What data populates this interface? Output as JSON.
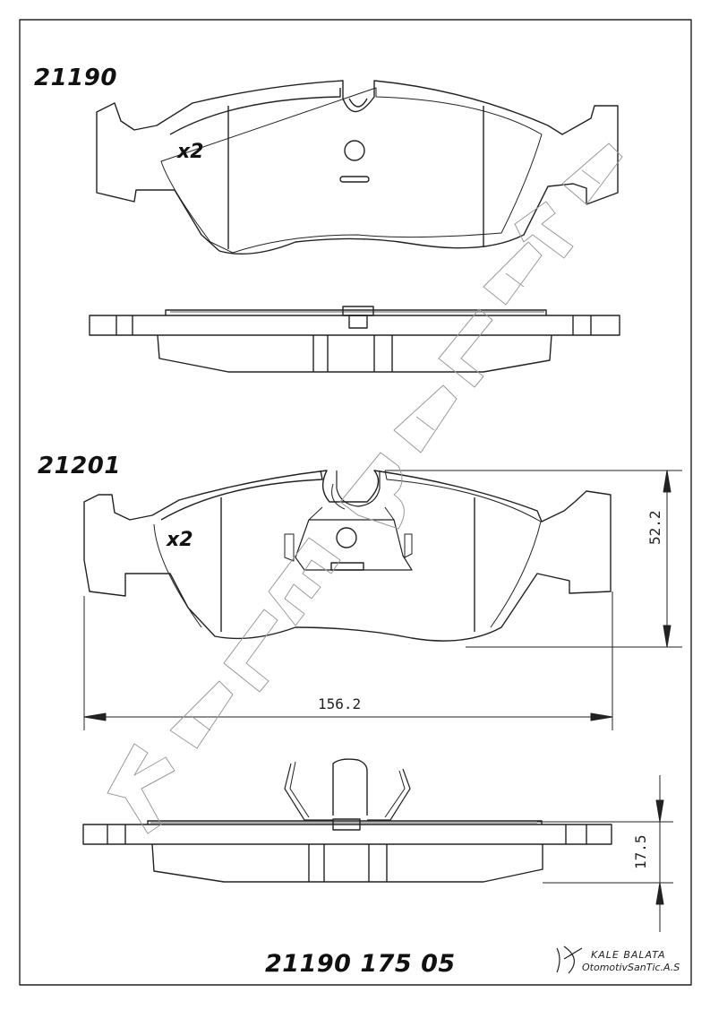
{
  "upper_part": {
    "part_number": "21190",
    "quantity": "x2"
  },
  "lower_part": {
    "part_number": "21201",
    "quantity": "x2"
  },
  "dimensions": {
    "width": "156.2",
    "height": "52.2",
    "thickness": "17.5"
  },
  "footer": {
    "code": "21190 175 05",
    "brand_line1": "KALE BALATA",
    "brand_line2": "OtomotivSanTic.A.S"
  },
  "watermark": {
    "text": "KALE BALATA"
  },
  "colors": {
    "line": "#222222",
    "watermark": "#bbbbbb"
  }
}
